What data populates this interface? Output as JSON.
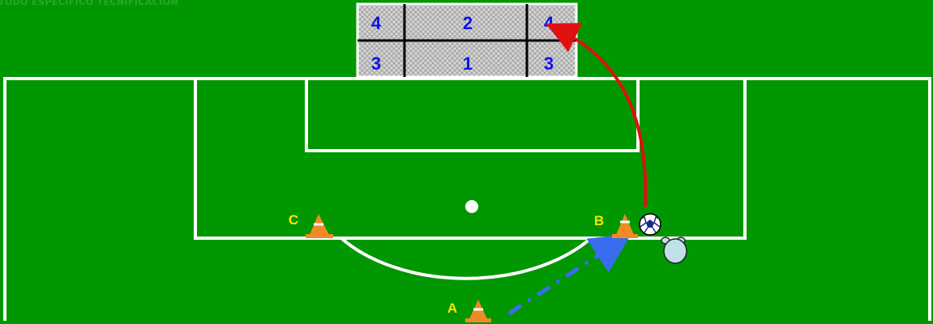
{
  "header": {
    "text": "TODO ESPECIFICO TECNIFICACION"
  },
  "colors": {
    "field": "#019701",
    "lines": "#ffffff",
    "goal_net": "#cfcfcf",
    "goal_divider": "#000000",
    "zone_number": "#1010e8",
    "cone": "#f08a24",
    "cone_label": "#ffe400",
    "shot_arrow": "#e01010",
    "run_arrow": "#3a6cf0",
    "player": "#bfe0e8"
  },
  "goal": {
    "zones": [
      {
        "id": "top-left",
        "number": "4"
      },
      {
        "id": "top-center",
        "number": "2"
      },
      {
        "id": "top-right",
        "number": "4"
      },
      {
        "id": "bottom-left",
        "number": "3"
      },
      {
        "id": "bottom-center",
        "number": "1"
      },
      {
        "id": "bottom-right",
        "number": "3"
      }
    ]
  },
  "cones": [
    {
      "id": "c",
      "label": "C"
    },
    {
      "id": "b",
      "label": "B"
    },
    {
      "id": "a",
      "label": "A"
    }
  ],
  "icons": {
    "ball": "soccer-ball-icon",
    "player": "player-icon",
    "penalty_spot": "penalty-spot",
    "shot": "shot-arrow",
    "run": "run-arrow"
  }
}
